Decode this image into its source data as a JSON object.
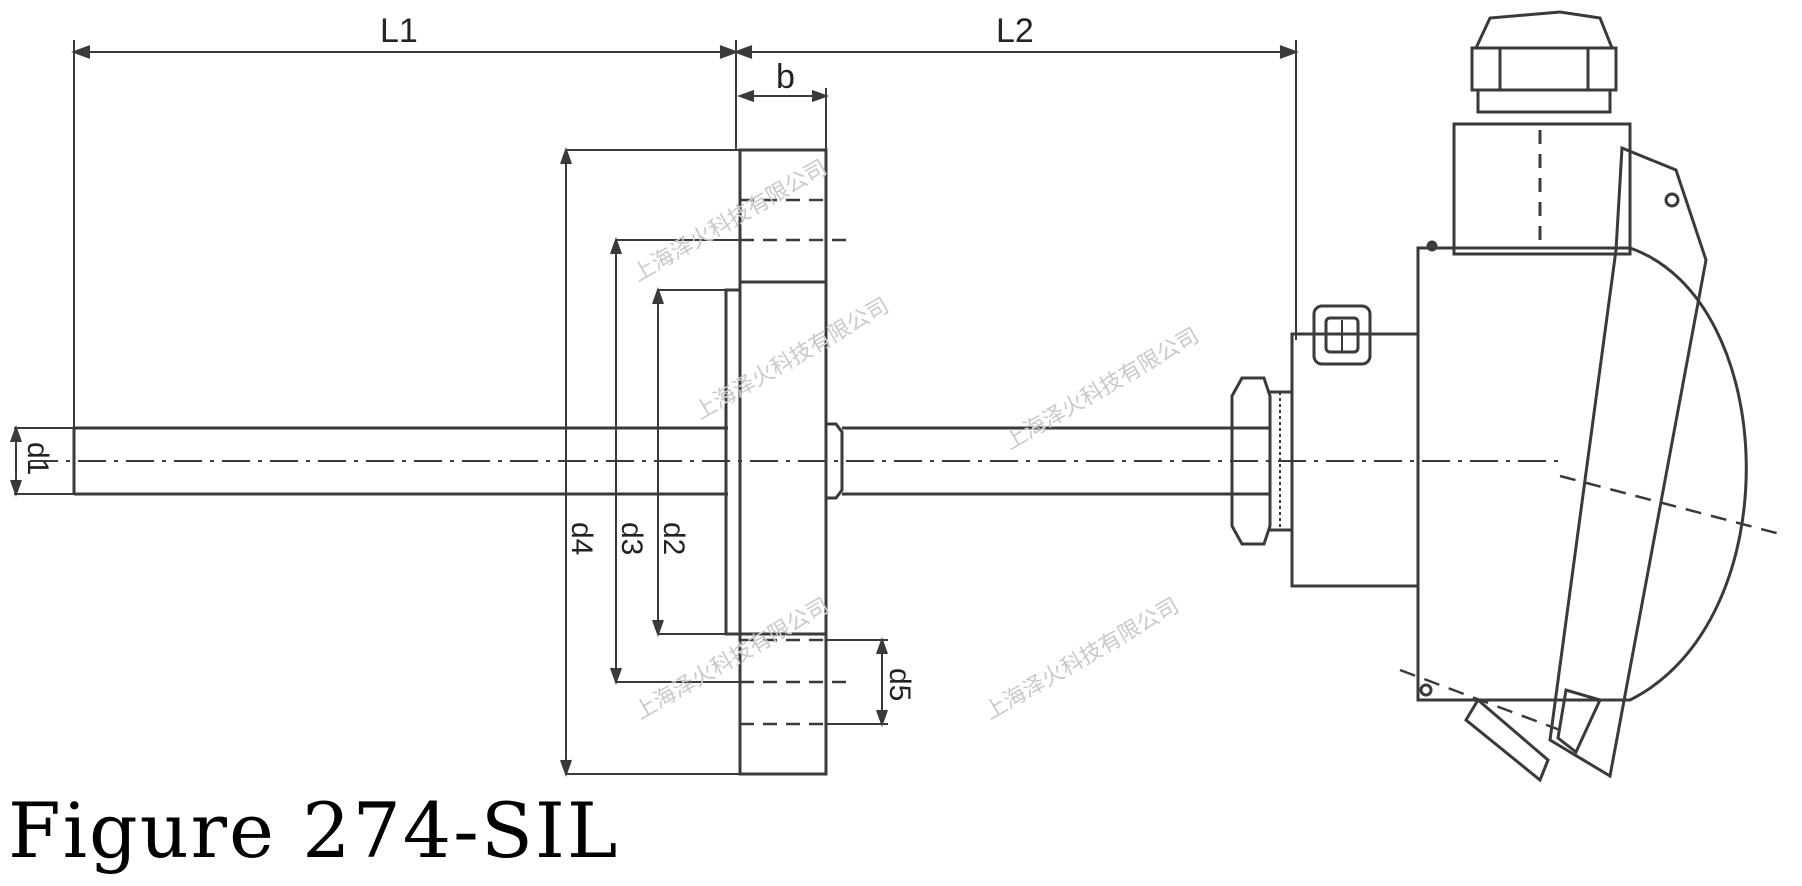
{
  "dimensions": {
    "L1": "L1",
    "L2": "L2",
    "b": "b",
    "d1": "d1",
    "d2": "d2",
    "d3": "d3",
    "d4": "d4",
    "d5": "d5"
  },
  "watermark": "上海泽火科技有限公司",
  "caption": "Figure 274-SIL"
}
